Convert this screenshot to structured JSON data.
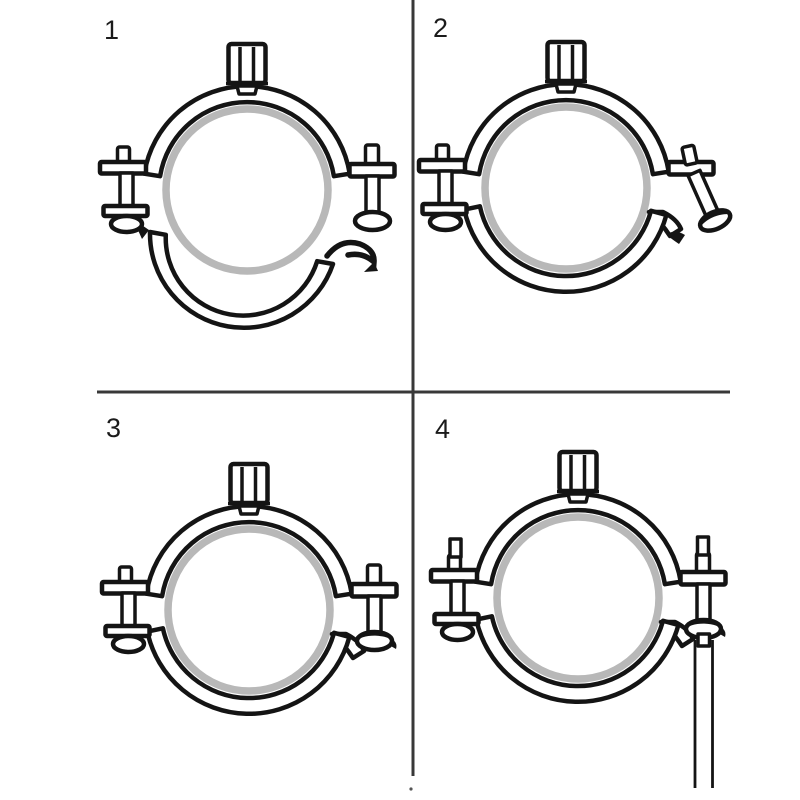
{
  "colors": {
    "background": "#ffffff",
    "line": "#141414",
    "liner": "#b8b8b8",
    "divider": "#383838",
    "label": "#1b1b1b"
  },
  "panels": [
    {
      "label": "1",
      "illustration": "pipe-clamp-lower-half-open"
    },
    {
      "label": "2",
      "illustration": "pipe-clamp-closed-lock-screw-angled"
    },
    {
      "label": "3",
      "illustration": "pipe-clamp-closed-screws-vertical"
    },
    {
      "label": "4",
      "illustration": "pipe-clamp-tightened-with-screwdriver"
    }
  ]
}
